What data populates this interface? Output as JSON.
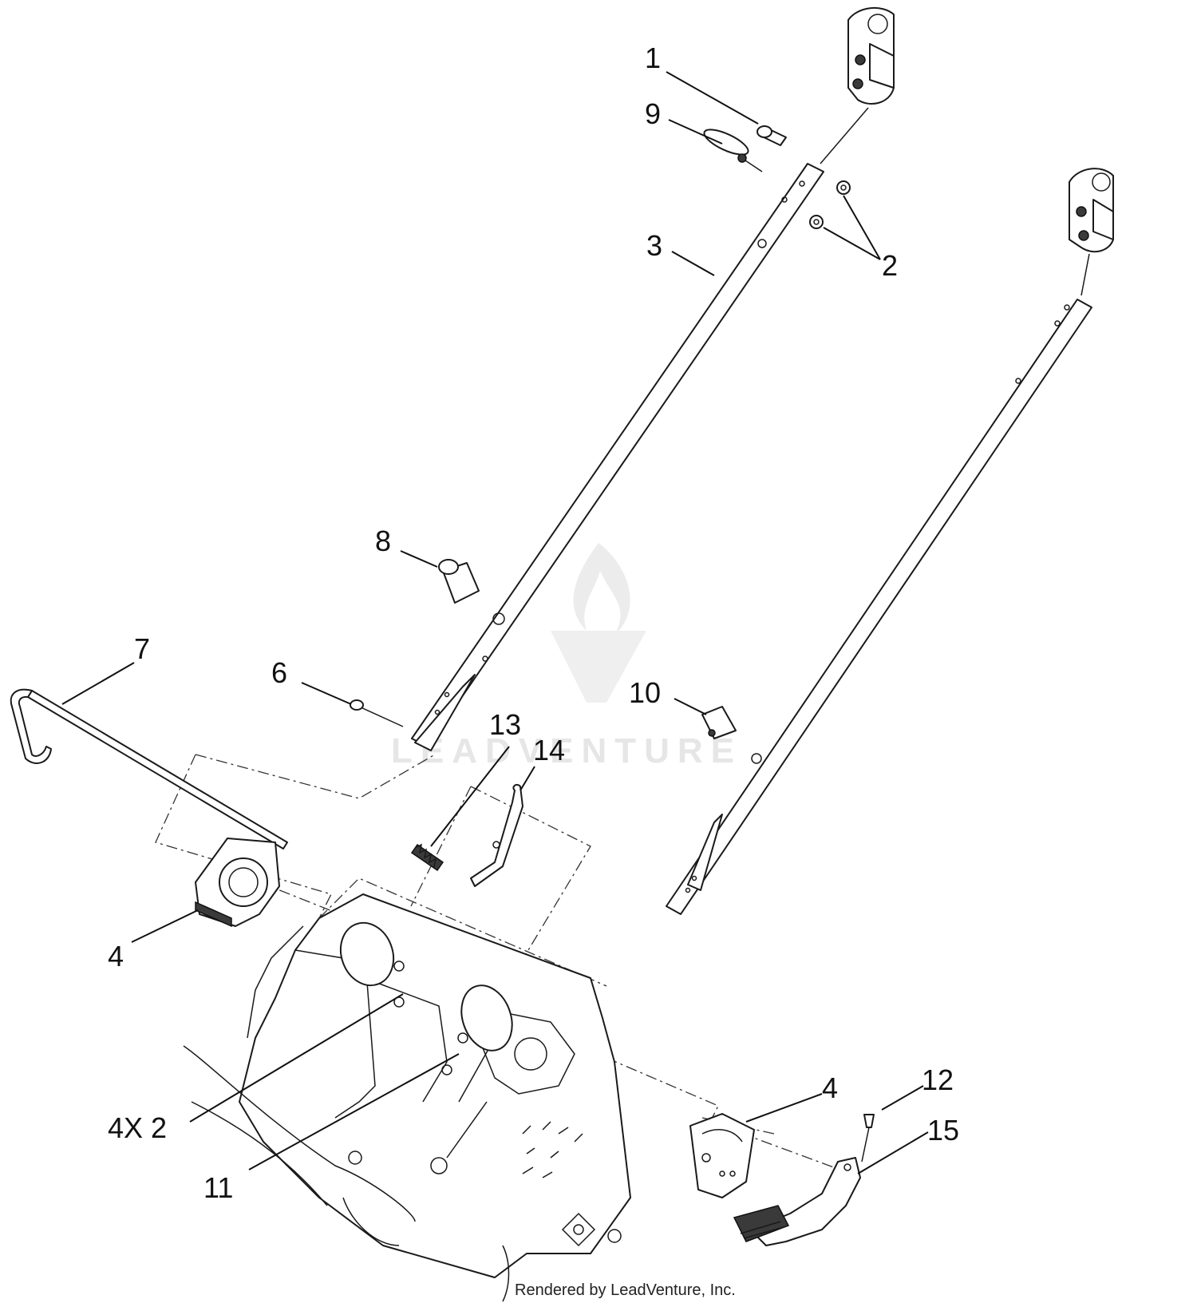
{
  "diagram": {
    "callouts": [
      {
        "id": "1",
        "text": "1"
      },
      {
        "id": "9",
        "text": "9"
      },
      {
        "id": "3",
        "text": "3"
      },
      {
        "id": "2",
        "text": "2"
      },
      {
        "id": "8",
        "text": "8"
      },
      {
        "id": "7",
        "text": "7"
      },
      {
        "id": "6",
        "text": "6"
      },
      {
        "id": "13",
        "text": "13"
      },
      {
        "id": "14",
        "text": "14"
      },
      {
        "id": "10",
        "text": "10"
      },
      {
        "id": "4a",
        "text": "4"
      },
      {
        "id": "4b",
        "text": "4"
      },
      {
        "id": "12",
        "text": "12"
      },
      {
        "id": "15",
        "text": "15"
      },
      {
        "id": "4x2",
        "text": "4X 2"
      },
      {
        "id": "11",
        "text": "11"
      }
    ],
    "watermark": "LEADVENTURE",
    "footer": "Rendered by LeadVenture, Inc."
  }
}
